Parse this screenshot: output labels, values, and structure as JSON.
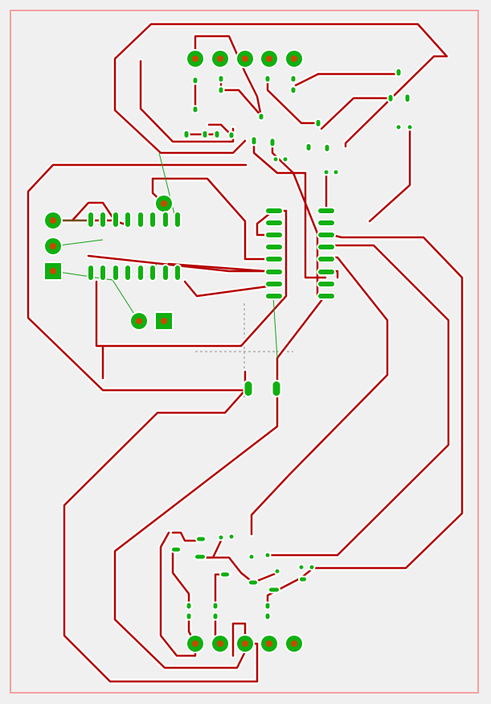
{
  "colors": {
    "background": "#f0f0f0",
    "board_outline": "#f4a0a0",
    "trace": "#b40000",
    "trace_clearance": "#ffffff",
    "pad": "#10b010",
    "pad_drill": "#c84a00",
    "ratsnest": "#18a018",
    "crosshair": "#909090"
  },
  "layer": "top-copper",
  "components": [
    {
      "kind": "header",
      "pins": 5,
      "orientation": "horizontal",
      "location": "top"
    },
    {
      "kind": "header",
      "pins": 5,
      "orientation": "horizontal",
      "location": "bottom"
    },
    {
      "kind": "soic",
      "pins": 16,
      "location": "left"
    },
    {
      "kind": "soic",
      "pins": 16,
      "location": "center"
    },
    {
      "kind": "header",
      "pins": 3,
      "orientation": "vertical",
      "location": "left"
    },
    {
      "kind": "header",
      "pins": 2,
      "orientation": "horizontal",
      "location": "left-lower"
    }
  ]
}
